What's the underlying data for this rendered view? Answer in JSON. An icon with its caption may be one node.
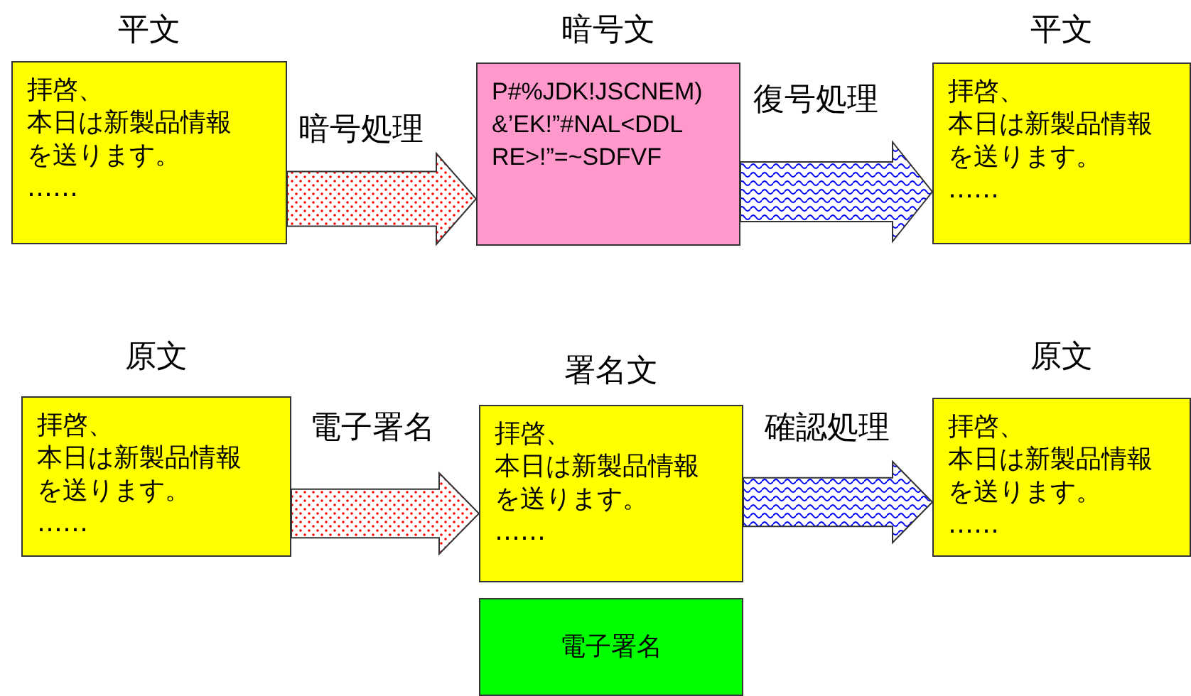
{
  "diagram": {
    "nodes": [
      {
        "text": [
          "平文",
          "拝啓、",
          "本日は新製品情報を送ります。",
          "……"
        ]
      },
      {
        "text": [
          "暗号文",
          "P#%JDK!JSCNEM) &’EK!”#NAL<DDL RE>!”=~SDFVF"
        ]
      },
      {
        "text": [
          "平文",
          "拝啓、",
          "本日は新製品情報を送ります。",
          "……"
        ]
      },
      {
        "text": [
          "原文",
          "拝啓、",
          "本日は新製品情報を送ります。",
          "……"
        ]
      },
      {
        "text": [
          "署名文",
          "拝啓、",
          "本日は新製品情報を送ります。",
          "……"
        ]
      },
      {
        "text": [
          "電子署名"
        ]
      },
      {
        "text": [
          "原文",
          "拝啓、",
          "本日は新製品情報を送ります。",
          "……"
        ]
      }
    ],
    "edges": [
      {
        "from": 0,
        "to": 1,
        "arrow": "to",
        "label": "暗号処理",
        "color": "#ff0000"
      },
      {
        "from": 1,
        "to": 2,
        "arrow": "to",
        "label": "復号処理",
        "color": "#0000ff"
      },
      {
        "from": 3,
        "to": 4,
        "arrow": "to",
        "label": "電子署名",
        "color": "#ff0000"
      },
      {
        "from": 4,
        "to": 6,
        "arrow": "to",
        "label": "確認処理",
        "color": "#0000ff"
      }
    ]
  }
}
